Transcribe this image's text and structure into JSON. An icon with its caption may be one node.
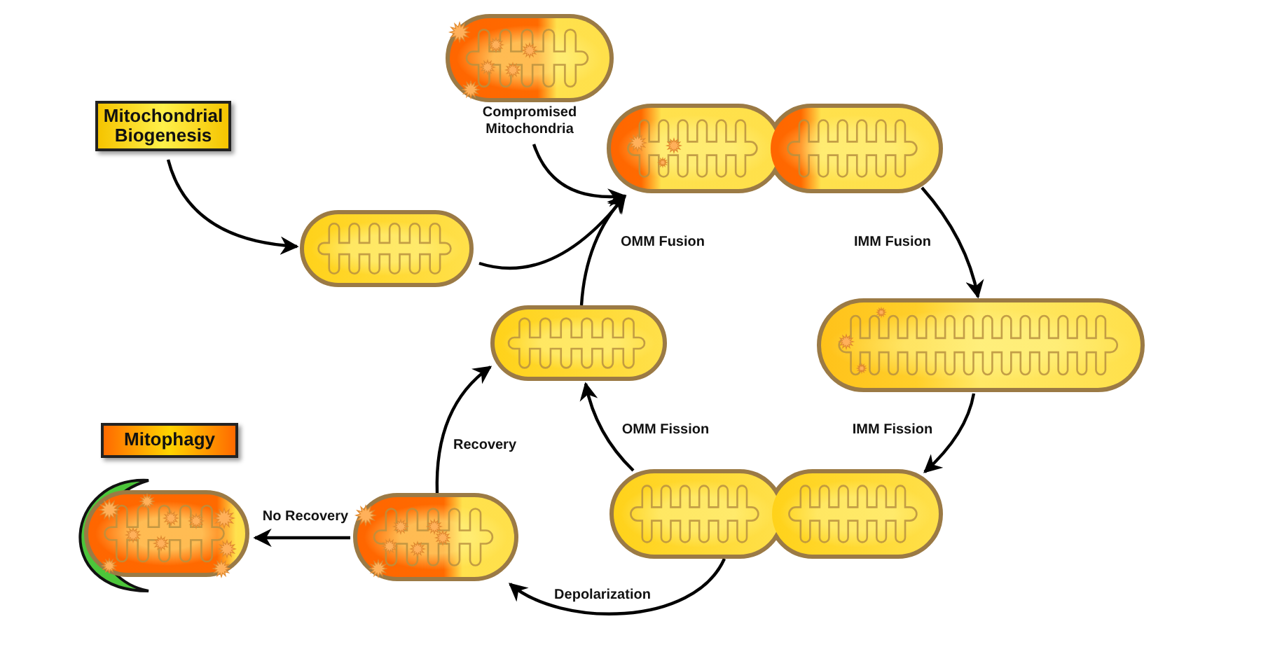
{
  "diagram": {
    "nodes": [
      {
        "text": [
          "Mitochondrial Biogenesis"
        ]
      },
      {
        "text": [],
        "shape": "picture",
        "beside": [
          "Compromised Mitochondria"
        ]
      },
      {
        "text": [],
        "shape": "picture"
      },
      {
        "text": [],
        "shape": "picture"
      },
      {
        "text": [],
        "shape": "picture"
      },
      {
        "text": [],
        "shape": "picture"
      },
      {
        "text": [],
        "shape": "picture"
      },
      {
        "text": [],
        "shape": "picture"
      },
      {
        "text": [
          "Mitophagy"
        ]
      },
      {
        "text": [],
        "shape": "picture"
      }
    ],
    "edges": [
      {
        "from": 0,
        "to": 2,
        "arrow": "to"
      },
      {
        "from": 1,
        "to": 3,
        "arrow": "to"
      },
      {
        "from": 2,
        "to": 3,
        "arrow": "to"
      },
      {
        "from": 6,
        "to": 3,
        "arrow": "to",
        "label": "OMM Fusion"
      },
      {
        "from": 3,
        "to": 4,
        "arrow": "to",
        "label": "IMM Fusion"
      },
      {
        "from": 4,
        "to": 5,
        "arrow": "to",
        "label": "IMM Fission"
      },
      {
        "from": 5,
        "to": 6,
        "arrow": "to",
        "label": "OMM Fission"
      },
      {
        "from": 5,
        "to": 7,
        "arrow": "to",
        "label": "Depolarization"
      },
      {
        "from": 7,
        "to": 6,
        "arrow": "to",
        "label": "Recovery"
      },
      {
        "from": 7,
        "to": 9,
        "arrow": "to",
        "label": "No Recovery"
      }
    ]
  }
}
